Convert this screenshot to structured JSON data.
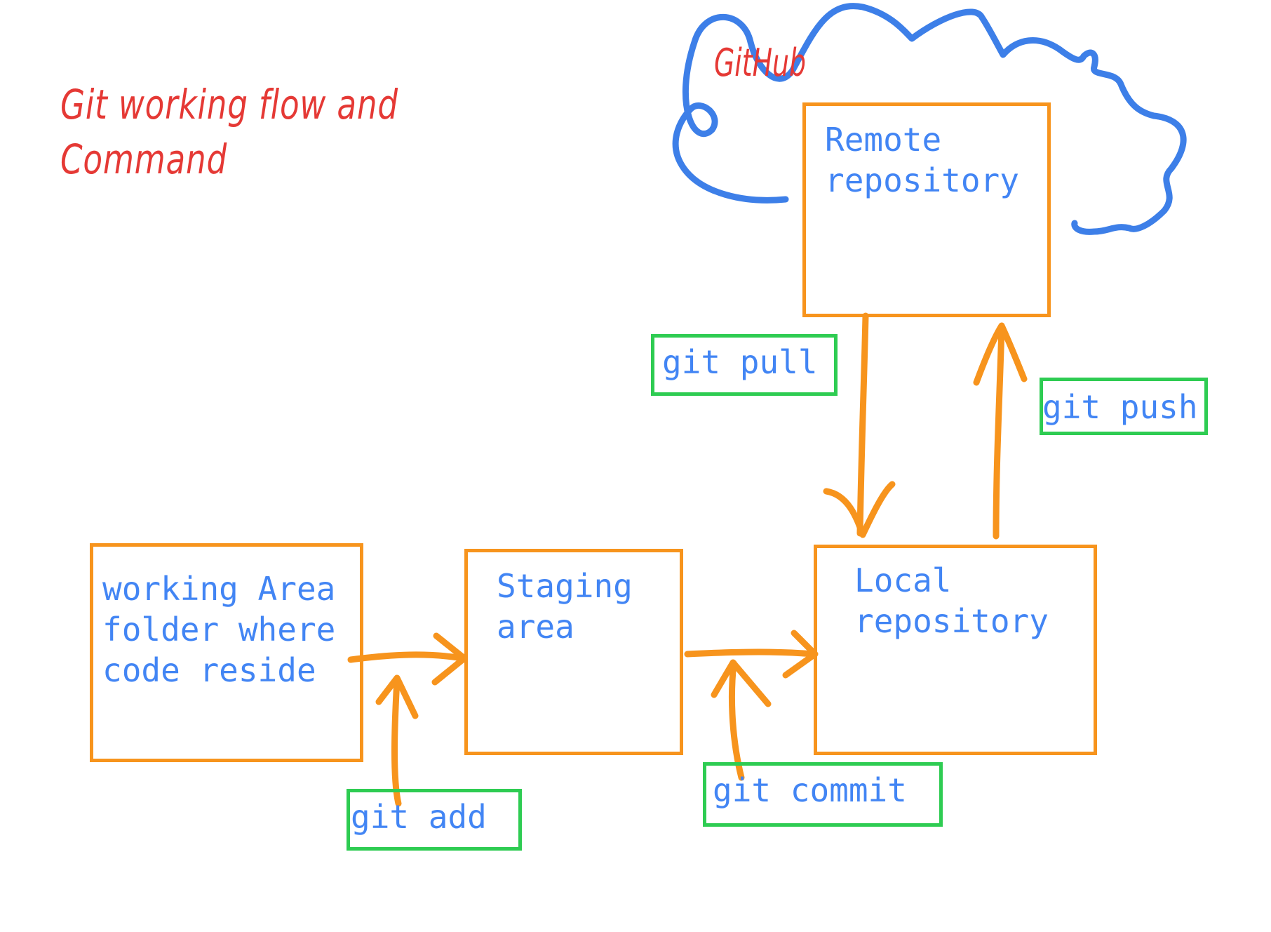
{
  "title": {
    "line1": "Git working flow and",
    "line2": "Command"
  },
  "cloud": {
    "label": "GitHub"
  },
  "boxes": {
    "working": {
      "line1": "working Area",
      "line2": "folder where",
      "line3": "code reside"
    },
    "staging": {
      "line1": "Staging",
      "line2": "area"
    },
    "local": {
      "line1": "Local",
      "line2": "repository"
    },
    "remote": {
      "line1": "Remote",
      "line2": "repository"
    }
  },
  "commands": {
    "add": "git add",
    "commit": "git commit",
    "pull": "git pull",
    "push": "git push"
  },
  "colors": {
    "box": "#f7941d",
    "command_box": "#2ecc52",
    "text": "#4285f4",
    "title": "#e53935",
    "cloud": "#3d7fe8"
  }
}
